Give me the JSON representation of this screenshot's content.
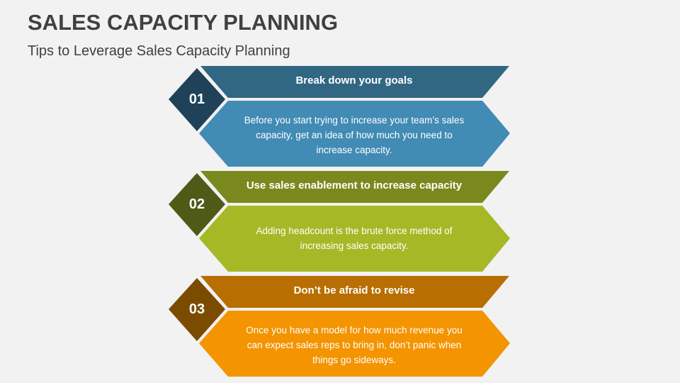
{
  "header": {
    "title": "SALES CAPACITY PLANNING",
    "subtitle": "Tips to Leverage Sales Capacity Planning"
  },
  "steps": [
    {
      "number": "01",
      "heading": "Break down your goals",
      "description": "Before you start trying to increase your team’s sales capacity, get an idea of how much you need to increase capacity.",
      "colors": {
        "diamond": "#1f4258",
        "header": "#316783",
        "body": "#418bb5"
      }
    },
    {
      "number": "02",
      "heading": "Use sales enablement to increase capacity",
      "description": "Adding headcount is the brute force method of increasing sales capacity.",
      "colors": {
        "diamond": "#4e5a16",
        "header": "#7a891e",
        "body": "#a7b826"
      }
    },
    {
      "number": "03",
      "heading": "Don’t be afraid to revise",
      "description": "Once you have a model for how much revenue you can expect sales reps to bring in, don’t panic when things go sideways.",
      "colors": {
        "diamond": "#7b4c00",
        "header": "#b86e00",
        "body": "#f39400"
      }
    }
  ]
}
